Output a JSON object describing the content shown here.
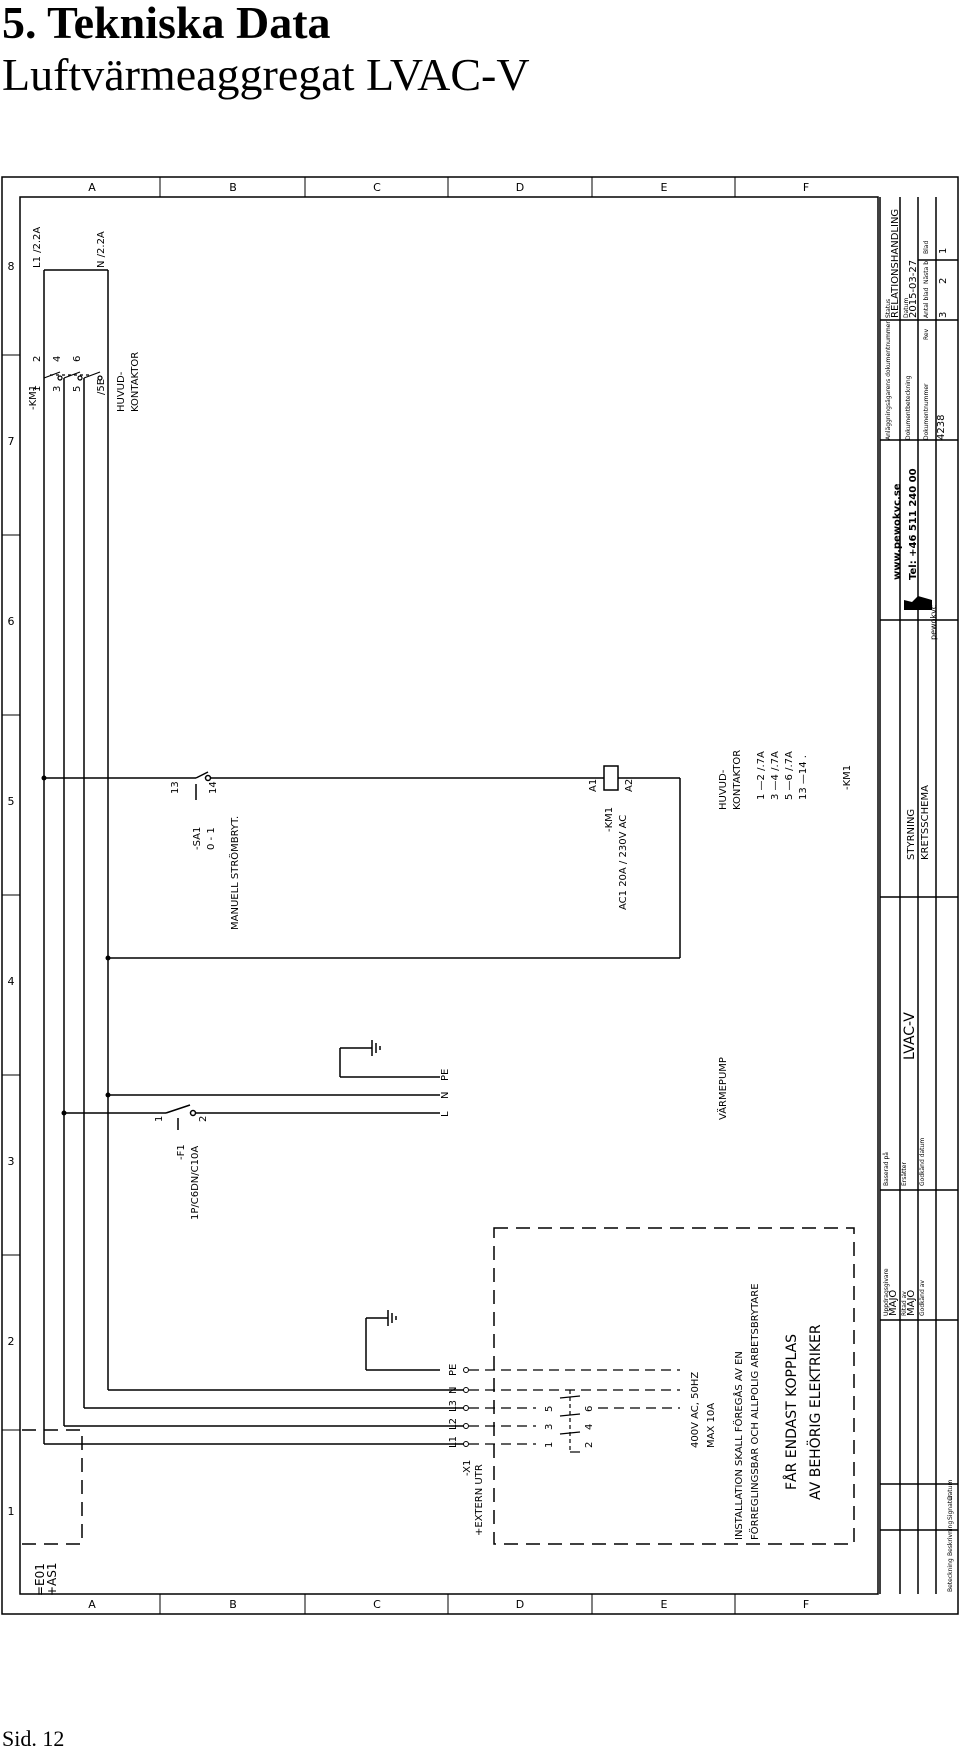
{
  "page": {
    "title_line1": "5. Tekniska Data",
    "title_line2": "Luftvärmeaggregat LVAC-V",
    "footer": "Sid. 12"
  },
  "frame": {
    "row_letters": [
      "A",
      "B",
      "C",
      "D",
      "E",
      "F"
    ],
    "col_numbers": [
      "1",
      "2",
      "3",
      "4",
      "5",
      "6",
      "7",
      "8"
    ]
  },
  "sheet": {
    "designation_top": "=E01",
    "designation_bottom": "+AS1",
    "external_box_label": "+EXTERN UTR",
    "x1_label": "-X1",
    "x1_terminals": [
      "L1",
      "L2",
      "L3",
      "N",
      "PE"
    ],
    "x1_pe_mark": "PE",
    "supply_label": "400V AC, 50HZ",
    "supply_fuse": "MAX 10A",
    "install_note_line1": "INSTALLATION SKALL FÖREGÅS AV EN",
    "install_note_line2": "FÖRREGLINGSBAR OCH ALLPOLIG ARBETSBRYTARE",
    "warning_line1": "FÅR ENDAST KOPPLAS",
    "warning_line2": "AV BEHÖRIG ELEKTRIKER",
    "isolator_terminals": [
      "1",
      "3",
      "5",
      "2",
      "4",
      "6"
    ],
    "f1_label": "-F1",
    "f1_rating": "1P/C6DN/C10A",
    "f1_terminals": [
      "1",
      "2"
    ],
    "pump_terminals": [
      "L",
      "N",
      "PE"
    ],
    "pump_label": "VÄRMEPUMP",
    "sa1_label": "-SA1",
    "sa1_positions": "0 - 1",
    "sa1_desc": "MANUELL STRÖMBRYT.",
    "sa1_terminals": [
      "13",
      "14"
    ],
    "km1_coil_label": "-KM1",
    "km1_coil_rating": "AC1 20A / 230V AC",
    "km1_coil_terminals": [
      "A1",
      "A2"
    ],
    "contactor_title_line1": "HUVUD-",
    "contactor_title_line2": "KONTAKTOR",
    "km1_xref_contacts": [
      "1 —2 /.7A",
      "3 —4 /.7A",
      "5 —6 /.7A",
      "13 —14 ."
    ],
    "km1_xref_label": "-KM1",
    "km1_main_label": "-KM1",
    "km1_main_terminals": [
      "1",
      "2",
      "3",
      "4",
      "5",
      "6"
    ],
    "km1_main_ref": "/5E",
    "out_l1": "L1 /2.2A",
    "out_n": "N /2.2A",
    "tb_designation": "LVAC-V",
    "tb_title_line1": "STYRNING",
    "tb_title_line2": "KRETSSCHEMA",
    "tb_company_web": "www.pewokvc.se",
    "tb_company_tel": "Tel: +46 511 240 00",
    "tb_company_name": "pewokvc",
    "tb_doc_label": "Dokumentbeteckning",
    "tb_customer_doc": "Anläggningsägarens dokumentnummer",
    "tb_status_label": "Status",
    "tb_status": "RELATIONSHANDLING",
    "tb_date_label": "Datum",
    "tb_date": "2015-03-27",
    "tb_docnum_label": "Dokumentnummer",
    "tb_docnum": "4238",
    "tb_rev_label": "Rev",
    "tb_sheets_label": "Antal blad",
    "tb_sheets": "3",
    "tb_sheetnr_label": "Nästa bl",
    "tb_sheetnr": "2",
    "tb_sheet_label": "Blad",
    "tb_sheet": "1",
    "tb_author_label": "Uppdragsgivare",
    "tb_author": "MAJO",
    "tb_drawn_label": "Ritad av",
    "tb_drawn": "MAJO",
    "tb_approved_label": "Godkänd av",
    "tb_based_label": "Baserad på",
    "tb_replaces_label": "Ersätter",
    "tb_approved2_label": "Godkänd datum",
    "tb_rev_col1": "Beteckning",
    "tb_rev_col2": "Beskrivning",
    "tb_rev_col3": "Signatur",
    "tb_rev_col4": "Datum"
  }
}
